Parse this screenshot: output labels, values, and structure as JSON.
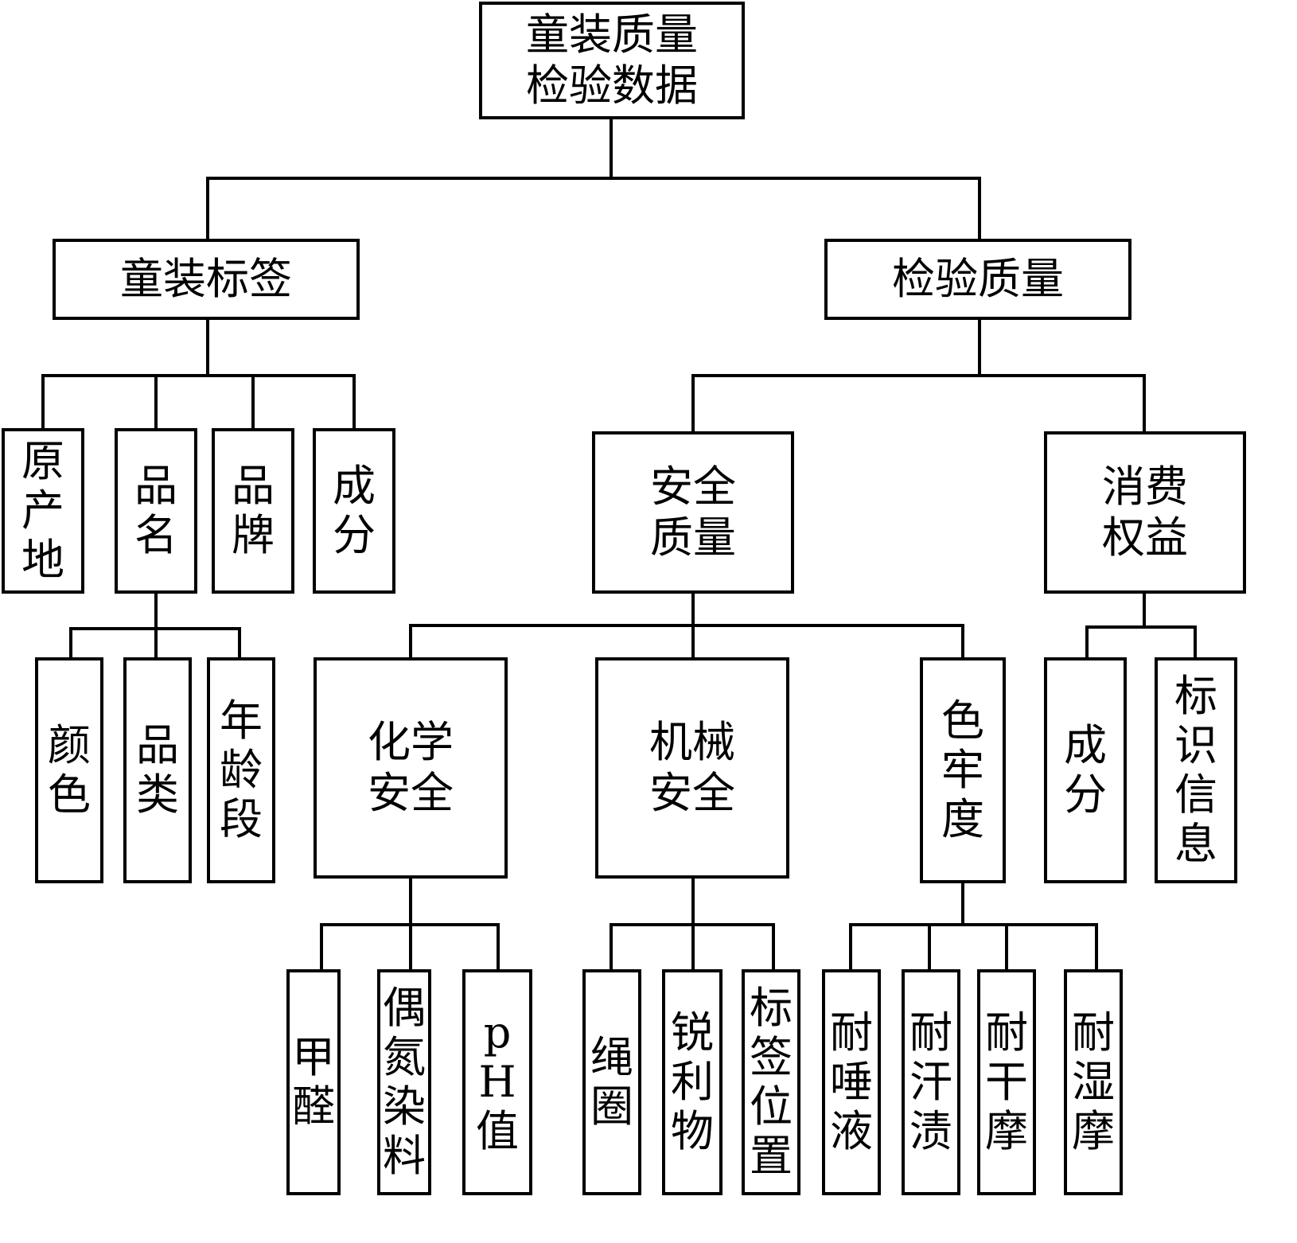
{
  "diagram": {
    "type": "hierarchy-tree",
    "line_color": "#000000",
    "box_border_color": "#000000",
    "background_color": "#ffffff",
    "root": {
      "id": "root",
      "label": "童装质量\n检验数据",
      "children": [
        {
          "id": "label",
          "label": "童装标签",
          "children": [
            {
              "id": "origin",
              "label": "原产地",
              "children": []
            },
            {
              "id": "product-name",
              "label": "品名",
              "children": [
                {
                  "id": "color",
                  "label": "颜色",
                  "children": []
                },
                {
                  "id": "category",
                  "label": "品类",
                  "children": []
                },
                {
                  "id": "age-group",
                  "label": "年龄段",
                  "children": []
                }
              ]
            },
            {
              "id": "brand",
              "label": "品牌",
              "children": []
            },
            {
              "id": "composition-label",
              "label": "成分",
              "children": []
            }
          ]
        },
        {
          "id": "inspection-quality",
          "label": "检验质量",
          "children": [
            {
              "id": "safety-quality",
              "label": "安全\n质量",
              "children": [
                {
                  "id": "chemical-safety",
                  "label": "化学\n安全",
                  "children": [
                    {
                      "id": "formaldehyde",
                      "label": "甲醛",
                      "children": []
                    },
                    {
                      "id": "azo-dyes",
                      "label": "偶氮染料",
                      "children": []
                    },
                    {
                      "id": "ph-value",
                      "label": "pH值",
                      "children": []
                    }
                  ]
                },
                {
                  "id": "mechanical-safety",
                  "label": "机械\n安全",
                  "children": [
                    {
                      "id": "cord-loops",
                      "label": "绳圈",
                      "children": []
                    },
                    {
                      "id": "sharp-objects",
                      "label": "锐利物",
                      "children": []
                    },
                    {
                      "id": "label-position",
                      "label": "标签位置",
                      "children": []
                    }
                  ]
                },
                {
                  "id": "color-fastness",
                  "label": "色牢度",
                  "children": [
                    {
                      "id": "saliva",
                      "label": "耐唾液",
                      "children": []
                    },
                    {
                      "id": "perspiration",
                      "label": "耐汗渍",
                      "children": []
                    },
                    {
                      "id": "dry-rubbing",
                      "label": "耐干摩",
                      "children": []
                    },
                    {
                      "id": "wet-rubbing",
                      "label": "耐湿摩",
                      "children": []
                    }
                  ]
                }
              ]
            },
            {
              "id": "consumer-rights",
              "label": "消费\n权益",
              "children": [
                {
                  "id": "composition-rights",
                  "label": "成分",
                  "children": []
                },
                {
                  "id": "identification-info",
                  "label": "标识信息",
                  "children": []
                }
              ]
            }
          ]
        }
      ]
    }
  }
}
